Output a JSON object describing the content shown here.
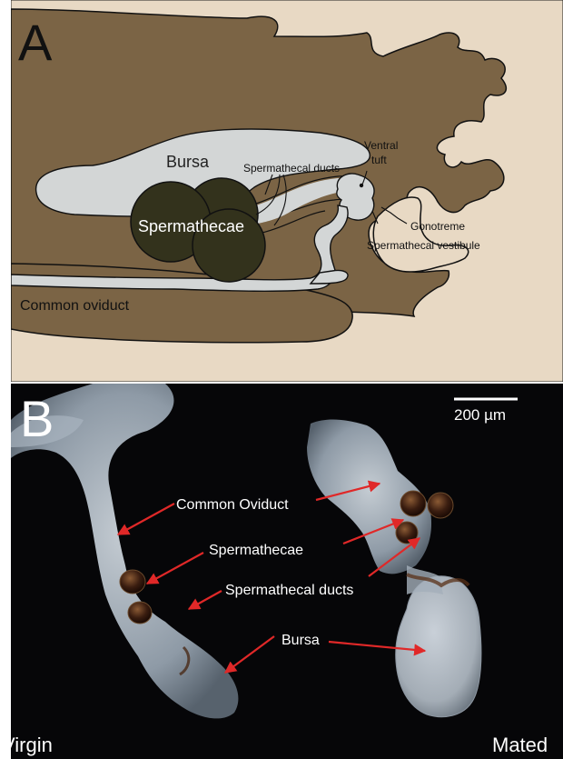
{
  "panel_a": {
    "letter": "A",
    "labels": {
      "bursa": "Bursa",
      "spermathecal_ducts": "Spermathecal ducts",
      "ventral_tuft_line1": "Ventral",
      "ventral_tuft_line2": "tuft",
      "spermathecae": "Spermathecae",
      "gonotreme": "Gonotreme",
      "spermathecal_vestibule": "Spermathecal vestibule",
      "common_oviduct": "Common oviduct"
    },
    "colors": {
      "background": "#e8d9c4",
      "tissue": "#7b6445",
      "organ": "#d3d6d6",
      "spermathecae": "#33321c",
      "outline": "#111111"
    }
  },
  "panel_b": {
    "letter": "B",
    "scale_bar": "200 µm",
    "labels": {
      "common_oviduct": "Common Oviduct",
      "spermathecae": "Spermathecae",
      "spermathecal_ducts": "Spermathecal ducts",
      "bursa": "Bursa"
    },
    "virgin": "Virgin",
    "mated": "Mated",
    "colors": {
      "background": "#060608",
      "tissue": "#b8c2cc",
      "arrow": "#e02828",
      "spermathecae": "#3a1d10"
    }
  }
}
